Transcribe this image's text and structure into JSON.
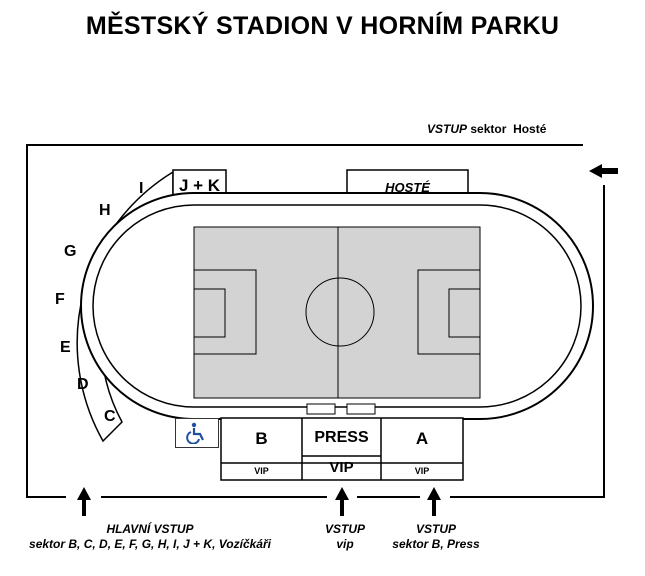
{
  "title": "MĚSTSKÝ STADION V HORNÍM PARKU",
  "top_right": {
    "vstup": "VSTUP",
    "sektor": "sektor",
    "hoste": "Hosté"
  },
  "sectors_arc": [
    "I",
    "H",
    "G",
    "F",
    "E",
    "D",
    "C"
  ],
  "sector_jk": "J + K",
  "sector_hoste": "HOSTÉ",
  "sector_b": "B",
  "sector_press": "PRESS",
  "sector_a": "A",
  "vip_b": "VIP",
  "vip_press": "VIP",
  "vip_a": "VIP",
  "entrances": {
    "main": {
      "line1": "HLAVNÍ VSTUP",
      "line2": "sektor B, C, D, E, F, G, H, I, J + K, Vozíčkáři"
    },
    "vip": {
      "line1": "VSTUP",
      "line2": "vip"
    },
    "press": {
      "line1": "VSTUP",
      "line2": "sektor B, Press"
    }
  },
  "colors": {
    "pitch": "#d3d3d3",
    "lines": "#000000",
    "wheelchair": "#1f4fa0"
  },
  "icons": {
    "arrow": "arrow-icon",
    "wheelchair": "wheelchair-icon"
  }
}
